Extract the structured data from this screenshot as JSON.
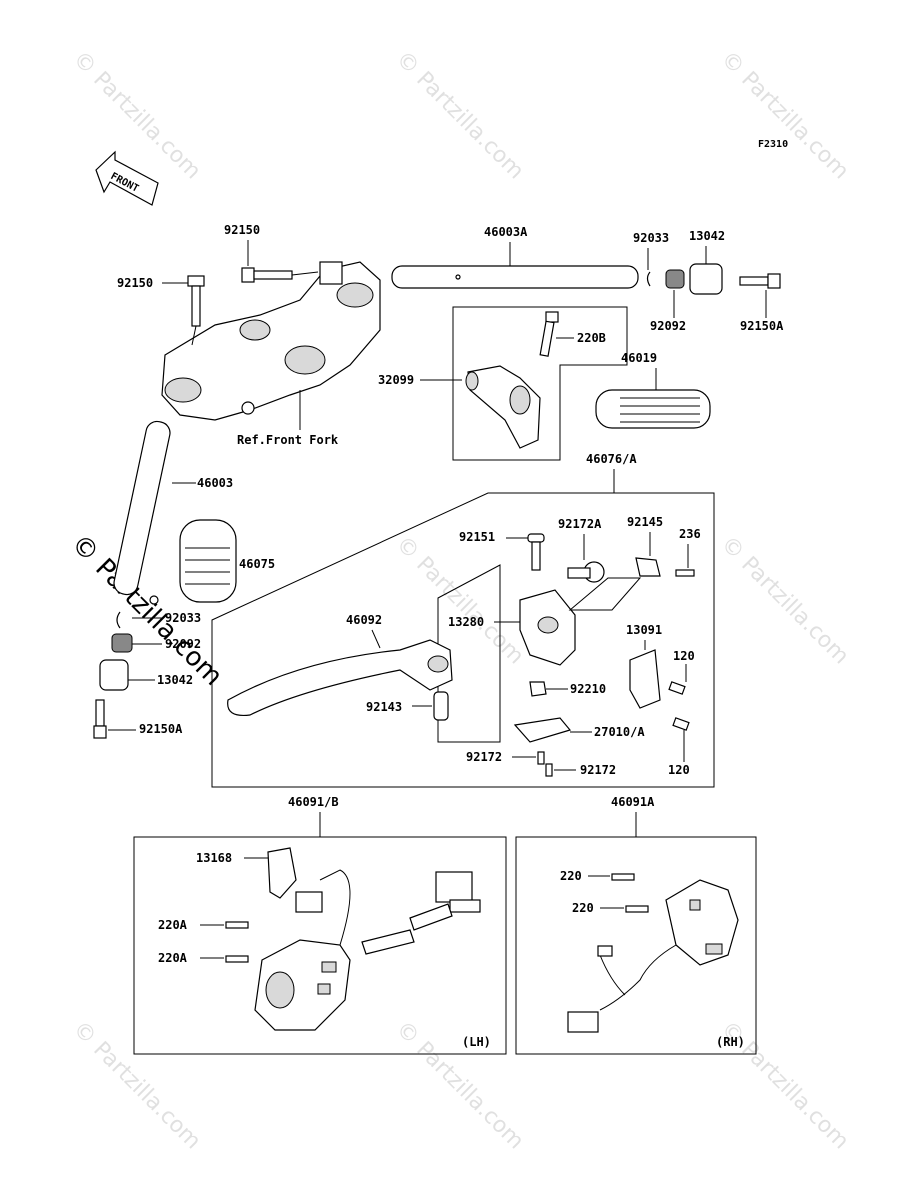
{
  "diagram_code": "F2310",
  "front_label": "FRONT",
  "ref_label": "Ref.Front Fork",
  "watermark": "© Partzilla.com",
  "parts": {
    "p92150_top": "92150",
    "p92150_left": "92150",
    "p46003A": "46003A",
    "p92033_top": "92033",
    "p13042_top": "13042",
    "p92092_top": "92092",
    "p92150A_top": "92150A",
    "p220B": "220B",
    "p32099": "32099",
    "p46019": "46019",
    "p46003": "46003",
    "p46076A": "46076/A",
    "p46075": "46075",
    "p92151": "92151",
    "p92172A": "92172A",
    "p92145": "92145",
    "p236": "236",
    "p92033_left": "92033",
    "p46092": "46092",
    "p13280": "13280",
    "p13091": "13091",
    "p92092_left": "92092",
    "p120_a": "120",
    "p13042_left": "13042",
    "p92210": "92210",
    "p92150A_left": "92150A",
    "p92143": "92143",
    "p27010A": "27010/A",
    "p92172_a": "92172",
    "p92172_b": "92172",
    "p120_b": "120",
    "p46091B": "46091/B",
    "p46091A": "46091A",
    "p13168": "13168",
    "p220A_a": "220A",
    "p220A_b": "220A",
    "p220_a": "220",
    "p220_b": "220",
    "lh": "(LH)",
    "rh": "(RH)"
  }
}
